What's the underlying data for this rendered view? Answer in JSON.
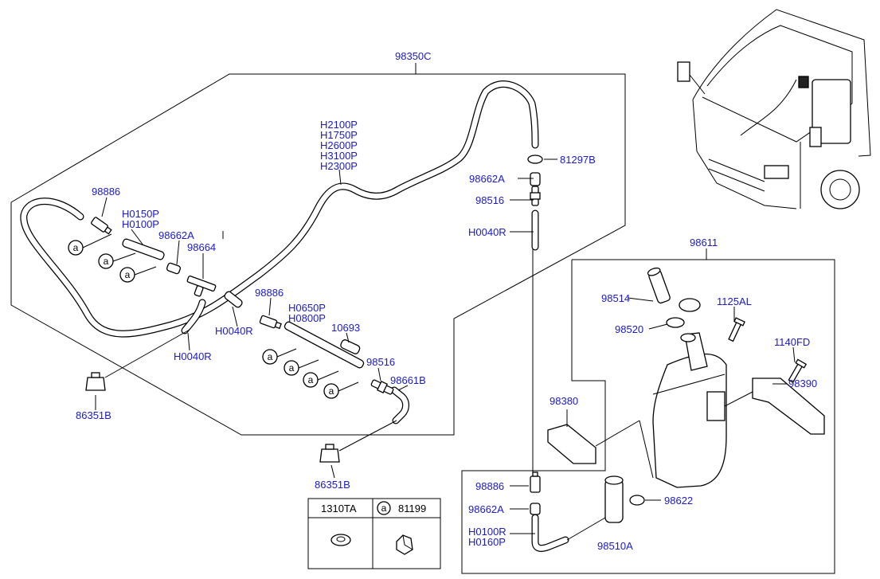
{
  "labels": {
    "main_group": "98350C",
    "hose_codes": [
      "H2100P",
      "H1750P",
      "H2600P",
      "H3100P",
      "H2300P"
    ],
    "clip_top": "81297B",
    "joint_a_right": "98662A",
    "connector_right": "98516",
    "hose_right": "H0040R",
    "check_valve_left": "98886",
    "hose_left_1": "H0150P",
    "hose_left_2": "H0100P",
    "joint_a_left": "98662A",
    "tee_joint": "98664",
    "check_valve_mid": "98886",
    "hose_mid_r": "H0040R",
    "hose_mid_1": "H0650P",
    "hose_mid_2": "H0800P",
    "sleeve": "10693",
    "hose_low_left": "H0040R",
    "connector_mid": "98516",
    "elbow": "98661B",
    "nozzle_left": "86351B",
    "nozzle_mid": "86351B",
    "reservoir_group": "98611",
    "filler_neck": "98514",
    "seal_ring": "98520",
    "bolt_top": "1125AL",
    "bolt_right": "1140FD",
    "bracket_right": "98390",
    "bracket_left": "98380",
    "grommet": "98622",
    "check_valve_low": "98886",
    "joint_a_low": "98662A",
    "hose_low_1": "H0100R",
    "hose_low_2": "H0160P",
    "pump": "98510A",
    "callout": "a"
  },
  "legend": {
    "col1_header": "1310TA",
    "col2_marker": "a",
    "col2_header": "81199"
  }
}
